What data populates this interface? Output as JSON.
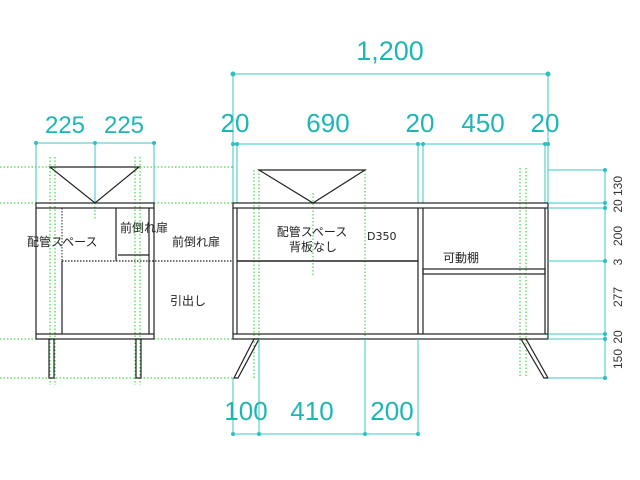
{
  "dimensions": {
    "total_width": "1,200",
    "top_segments": [
      "20",
      "690",
      "20",
      "450",
      "20"
    ],
    "side_segments": [
      "225",
      "225"
    ],
    "right_segments": [
      "130",
      "20",
      "200",
      "3",
      "277",
      "20",
      "150"
    ],
    "bottom_segments": [
      "100",
      "410",
      "200"
    ]
  },
  "labels": {
    "side_piping_space": "配管スペース",
    "side_door": "前倒れ扉",
    "door": "前倒れ扉",
    "drawer": "引出し",
    "piping_space": "配管スペース",
    "no_back_panel": "背板なし",
    "depth": "D350",
    "adjustable_shelf": "可動棚"
  },
  "colors": {
    "dimension": "#1fb5b5",
    "guide": "#22cc22",
    "outline": "#222222"
  }
}
